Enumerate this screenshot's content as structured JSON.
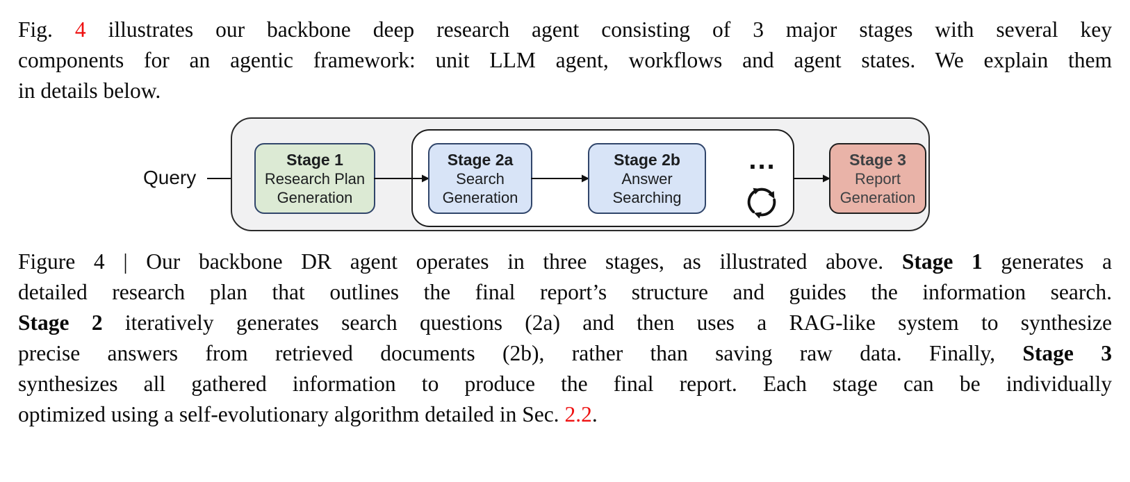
{
  "intro": {
    "line1_pre": "Fig. ",
    "line1_ref": "4",
    "line1_post": " illustrates our backbone deep research agent consisting of 3 major stages with several key",
    "line2": "components for an agentic framework: unit LLM agent, workflows and agent states. We explain them",
    "line3": "in details below."
  },
  "diagram": {
    "query_label": "Query",
    "ellipsis": "...",
    "stages": [
      {
        "title": "Stage 1",
        "line1": "Research Plan",
        "line2": "Generation"
      },
      {
        "title": "Stage 2a",
        "line1": "Search",
        "line2": "Generation"
      },
      {
        "title": "Stage 2b",
        "line1": "Answer",
        "line2": "Searching"
      },
      {
        "title": "Stage 3",
        "line1": "Report",
        "line2": "Generation"
      }
    ],
    "icons": {
      "flow": "arrow-right-icon",
      "loop": "cycle-arrows-icon"
    },
    "colors": {
      "outer_container_fill": "#f1f1f2",
      "inner_container_fill": "#ffffff",
      "container_border": "#2b2b2b",
      "stage1_fill": "#dcead4",
      "stage2_fill": "#d8e4f7",
      "stage3_fill": "#e9b3a8",
      "stage12_border": "#30456a",
      "stage3_border": "#1f1f1f",
      "stage3_text": "#3d4043"
    }
  },
  "caption": {
    "line1_pre": "Figure 4 | Our backbone DR agent operates in three stages, as illustrated above. ",
    "line1_bold": "Stage 1",
    "line1_post": " generates a",
    "line2": "detailed research plan that outlines the final report’s structure and guides the information search.",
    "line3_bold": "Stage 2",
    "line3_post": " iteratively generates search questions (2a) and then uses a RAG-like system to synthesize",
    "line4_pre": "precise answers from retrieved documents (2b), rather than saving raw data.  Finally, ",
    "line4_bold": "Stage 3",
    "line5": "synthesizes all gathered information to produce the final report.  Each stage can be individually",
    "line6_pre": "optimized using a self-evolutionary algorithm detailed in Sec. ",
    "line6_ref": "2.2",
    "line6_end": "."
  },
  "colors": {
    "reference_red": "#ee1111",
    "body_text": "#0a0a0a",
    "page_background": "#ffffff"
  }
}
